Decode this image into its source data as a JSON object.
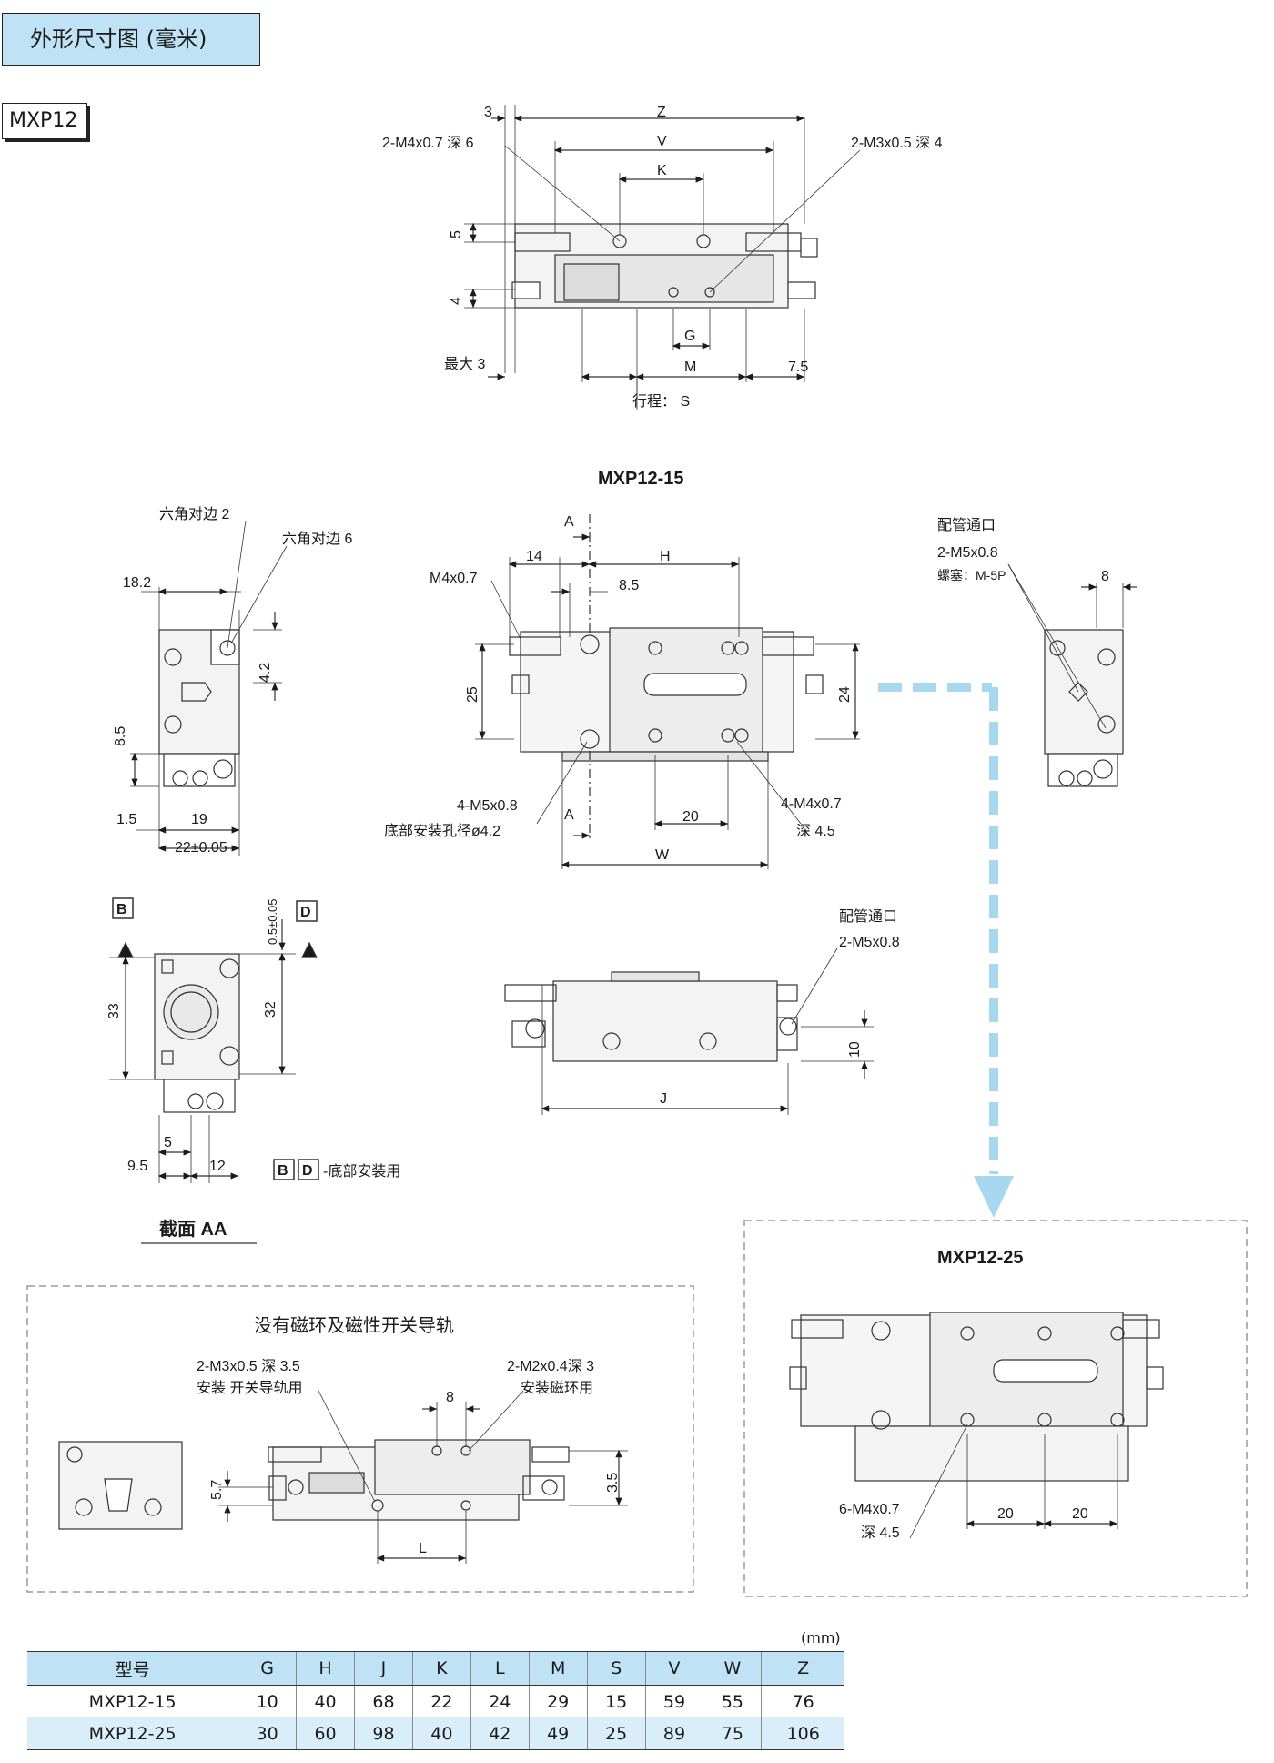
{
  "header": {
    "title": "外形尺寸图 (毫米)",
    "model": "MXP12"
  },
  "top_view": {
    "labels": {
      "dim_3": "3",
      "dim_z": "Z",
      "dim_v": "V",
      "dim_k": "K",
      "thread_left": "2-M4x0.7 深 6",
      "thread_right": "2-M3x0.5 深 4",
      "dim_5": "5",
      "dim_4": "4",
      "dim_g": "G",
      "max3": "最大 3",
      "dim_m": "M",
      "dim_7_5": "7.5",
      "stroke": "行程： S"
    }
  },
  "mxp12_15": {
    "title": "MXP12-15",
    "front": {
      "section_a_top": "A",
      "section_a_bottom": "A",
      "dim_14": "14",
      "dim_h": "H",
      "dim_8_5": "8.5",
      "thread_m4": "M4x0.7",
      "dim_25": "25",
      "dim_24": "24",
      "thread_4m5": "4-M5x0.8",
      "bottom_hole": "底部安装孔径ø4.2",
      "dim_20": "20",
      "thread_4m4": "4-M4x0.7",
      "depth_4_5": "深 4.5",
      "dim_w": "W"
    },
    "left_side": {
      "hex2": "六角对边 2",
      "hex6": "六角对边 6",
      "dim_18_2": "18.2",
      "dim_4_2": "4.2",
      "dim_8_5": "8.5",
      "dim_1_5": "1.5",
      "dim_19": "19",
      "dim_22": "22±0.05"
    },
    "right_side": {
      "port": "配管通口",
      "port_thread": "2-M5x0.8",
      "plug": "螺塞：M-5P",
      "dim_8": "8"
    },
    "section": {
      "b": "B",
      "d": "D",
      "dim_0_5": "0.5±0.05",
      "dim_33": "33",
      "dim_32": "32",
      "dim_5": "5",
      "dim_9_5": "9.5",
      "dim_12": "12",
      "bd_note": "-底部安装用",
      "title": "截面 AA"
    },
    "bottom_view": {
      "port": "配管通口",
      "port_thread": "2-M5x0.8",
      "dim_10": "10",
      "dim_j": "J"
    }
  },
  "no_magnet": {
    "title": "没有磁环及磁性开关导轨",
    "thread_left": "2-M3x0.5 深 3.5",
    "thread_left_use": "安装 开关导轨用",
    "thread_right": "2-M2x0.4深 3",
    "thread_right_use": "安装磁环用",
    "dim_8": "8",
    "dim_5_7": "5.7",
    "dim_3_5": "3.5",
    "dim_l": "L"
  },
  "mxp12_25": {
    "title": "MXP12-25",
    "thread": "6-M4x0.7",
    "depth": "深 4.5",
    "dim_20a": "20",
    "dim_20b": "20"
  },
  "table": {
    "unit": "(mm)",
    "headers": [
      "型号",
      "G",
      "H",
      "J",
      "K",
      "L",
      "M",
      "S",
      "V",
      "W",
      "Z"
    ],
    "rows": [
      [
        "MXP12-15",
        "10",
        "40",
        "68",
        "22",
        "24",
        "29",
        "15",
        "59",
        "55",
        "76"
      ],
      [
        "MXP12-25",
        "30",
        "60",
        "98",
        "40",
        "42",
        "49",
        "25",
        "89",
        "75",
        "106"
      ]
    ]
  },
  "colors": {
    "header_fill": "#bfe3f5",
    "arrow": "#a8d8f0",
    "row_alt": "#d9eef8"
  }
}
